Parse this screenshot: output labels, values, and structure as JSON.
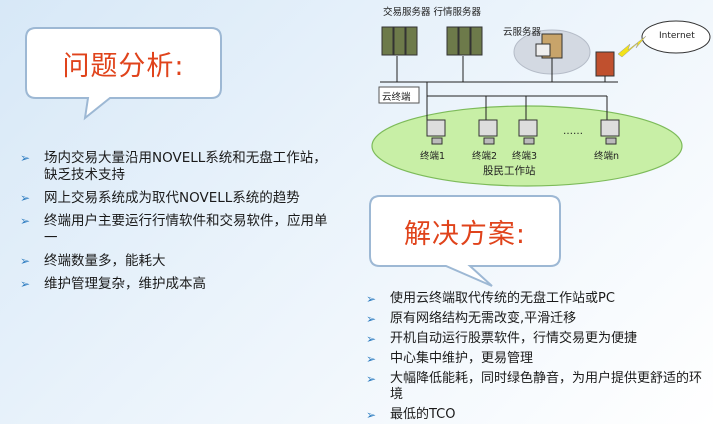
{
  "diagram": {
    "top_label": "交易服务器 行情服务器",
    "cloud_server_label": "云服务器",
    "cloud_terminal_label": "云终端",
    "internet_label": "Internet",
    "terminals": [
      "终端1",
      "终端2",
      "终端3",
      "终端n"
    ],
    "dots": "……",
    "workstation_label": "股民工作站"
  },
  "problem": {
    "title": "问题分析:",
    "items": [
      "场内交易大量沿用NOVELL系统和无盘工作站，缺乏技术支持",
      "网上交易系统成为取代NOVELL系统的趋势",
      "终端用户主要运行行情软件和交易软件，应用单一",
      "终端数量多，能耗大",
      "维护管理复杂，维护成本高"
    ]
  },
  "solution": {
    "title": "解决方案:",
    "items": [
      "使用云终端取代传统的无盘工作站或PC",
      "原有网络结构无需改变,平滑迁移",
      "开机自动运行股票软件，行情交易更为便捷",
      "中心集中维护，更易管理",
      "大幅降低能耗，同时绿色静音，为用户提供更舒适的环境",
      "最低的TCO"
    ]
  },
  "colors": {
    "title": "#e0431b",
    "bullet": "#2b7bc0",
    "ellipse": "#c9f0a8"
  }
}
